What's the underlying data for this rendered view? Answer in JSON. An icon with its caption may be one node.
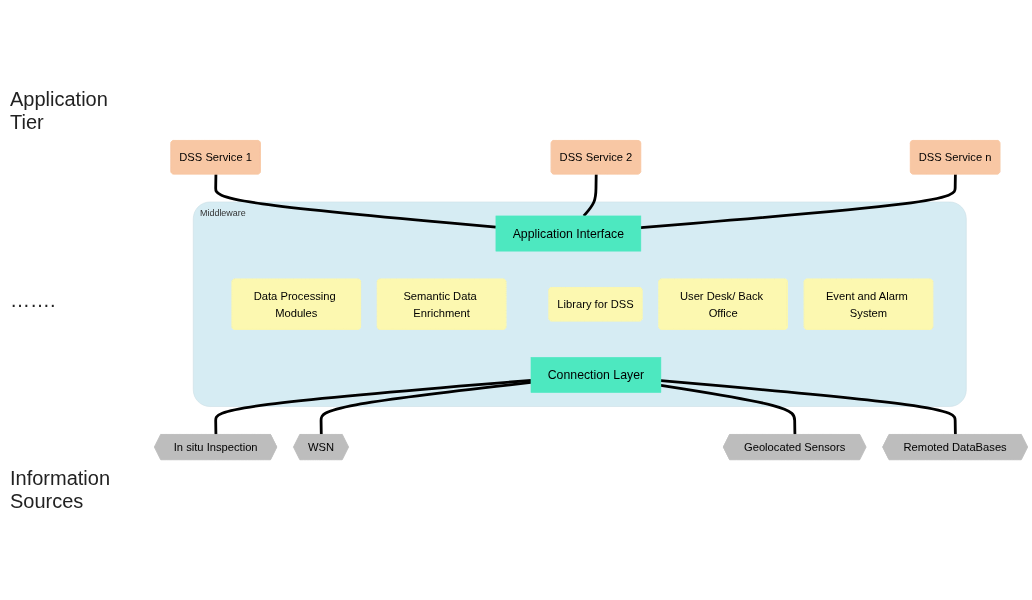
{
  "diagram": {
    "nodes": [
      {
        "text": [
          "DSS Service 1"
        ]
      },
      {
        "text": [
          "DSS Service 2"
        ]
      },
      {
        "text": [
          "DSS Service n"
        ]
      },
      {
        "text": [
          "Middleware"
        ]
      },
      {
        "text": [
          "Application Interface"
        ],
        "in": 3
      },
      {
        "text": [
          "Data Processing Modules"
        ],
        "in": 3
      },
      {
        "text": [
          "Semantic Data Enrichment"
        ],
        "in": 3
      },
      {
        "text": [
          "Library for DSS"
        ],
        "in": 3
      },
      {
        "text": [
          "User Desk/ Back Office"
        ],
        "in": 3
      },
      {
        "text": [
          "Event and Alarm System"
        ],
        "in": 3
      },
      {
        "text": [
          "Connection Layer"
        ],
        "in": 3
      },
      {
        "text": [
          "In situ Inspection"
        ]
      },
      {
        "text": [
          "WSN"
        ]
      },
      {
        "text": [
          "Geolocated Sensors"
        ]
      },
      {
        "text": [
          "Remoted DataBases"
        ]
      }
    ],
    "edges": [
      {
        "from": 0,
        "to": 4,
        "arrow": "none"
      },
      {
        "from": 1,
        "to": 4,
        "arrow": "none"
      },
      {
        "from": 2,
        "to": 4,
        "arrow": "none"
      },
      {
        "from": 10,
        "to": 11,
        "arrow": "none"
      },
      {
        "from": 10,
        "to": 12,
        "arrow": "none"
      },
      {
        "from": 10,
        "to": 13,
        "arrow": "none"
      },
      {
        "from": 10,
        "to": 14,
        "arrow": "none"
      }
    ],
    "labels": [
      "Application Tier",
      "…….",
      "Information Sources"
    ]
  }
}
